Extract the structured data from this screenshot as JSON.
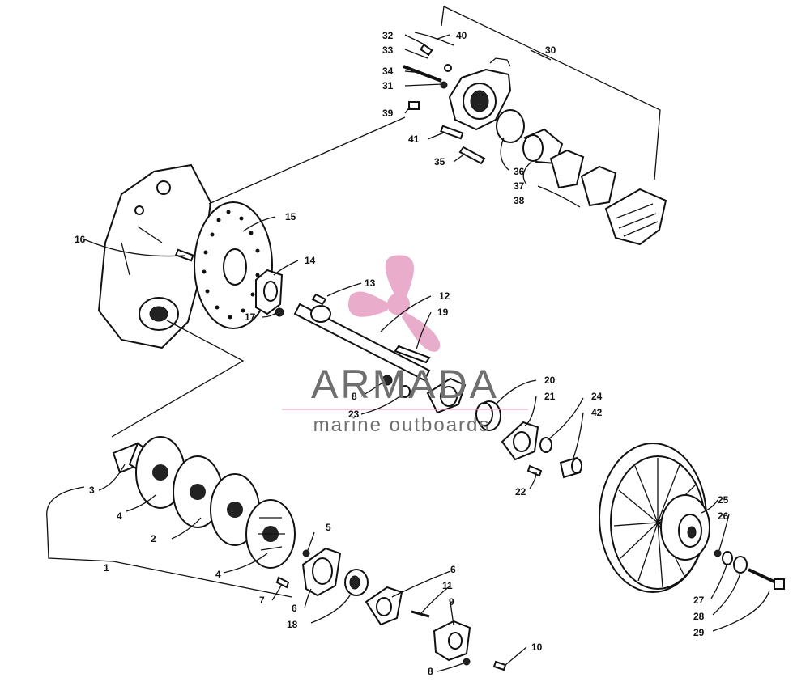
{
  "watermark": {
    "brand": "ARMADA",
    "tagline": "marine outboards",
    "logo_color": "#e7a4c6",
    "text_color": "#6f6f6f"
  },
  "callouts": {
    "c1": "1",
    "c2": "2",
    "c3": "3",
    "c4a": "4",
    "c4b": "4",
    "c5": "5",
    "c6a": "6",
    "c6b": "6",
    "c7": "7",
    "c8a": "8",
    "c8b": "8",
    "c9": "9",
    "c10": "10",
    "c11": "11",
    "c12": "12",
    "c13": "13",
    "c14": "14",
    "c15": "15",
    "c16": "16",
    "c17": "17",
    "c18": "18",
    "c19": "19",
    "c20": "20",
    "c21": "21",
    "c22": "22",
    "c23": "23",
    "c24": "24",
    "c25": "25",
    "c26": "26",
    "c27": "27",
    "c28": "28",
    "c29": "29",
    "c30": "30",
    "c31": "31",
    "c32": "32",
    "c33": "33",
    "c34": "34",
    "c35": "35",
    "c36": "36",
    "c37": "37",
    "c38": "38",
    "c39": "39",
    "c40": "40",
    "c41": "41",
    "c42": "42"
  }
}
